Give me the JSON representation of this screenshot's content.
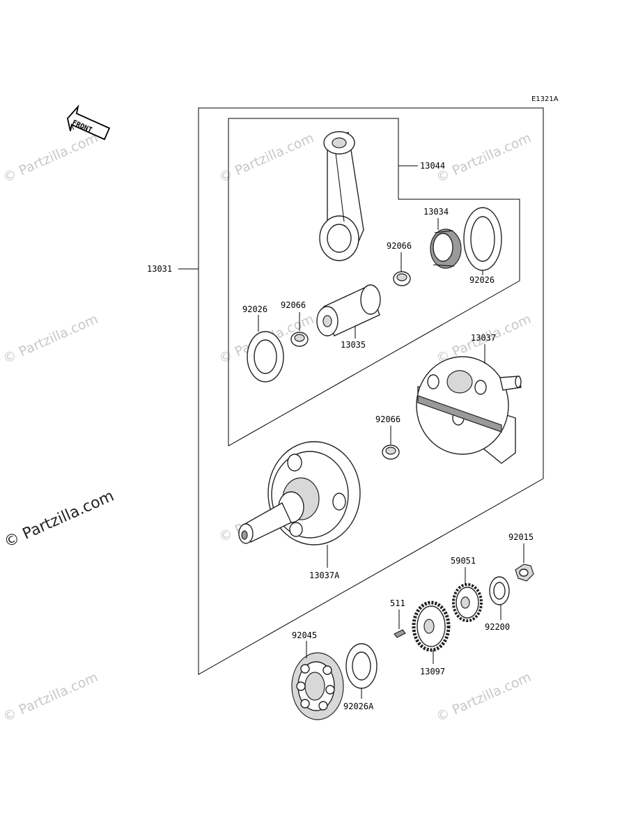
{
  "diagram_code": "E1321A",
  "front_label": "FRONT",
  "watermark_main": "© Partzilla.com",
  "watermarks": [
    "© Partzilla.com",
    "© Partzilla.com",
    "© Partzilla.com",
    "© Partzilla.com",
    "© Partzilla.com",
    "© Partzilla.com",
    "© Partzilla.com",
    "© Partzilla.com",
    "© Partzilla.com"
  ],
  "parts": {
    "crankshaft_assy": "13031",
    "con_rod_assy": "13044",
    "bearing_needle": "13034",
    "bush_top": "92066",
    "washer_right": "92026",
    "washer_left": "92026",
    "bush_left": "92066",
    "crankpin": "13035",
    "flywheel_right": "13037",
    "bush_lower": "92066",
    "flywheel_left": "13037A",
    "nut": "92015",
    "gear_small": "59051",
    "key": "511",
    "washer_gear": "92200",
    "bearing_ball": "92045",
    "washer_lower": "92026A",
    "gear_large": "13097"
  }
}
